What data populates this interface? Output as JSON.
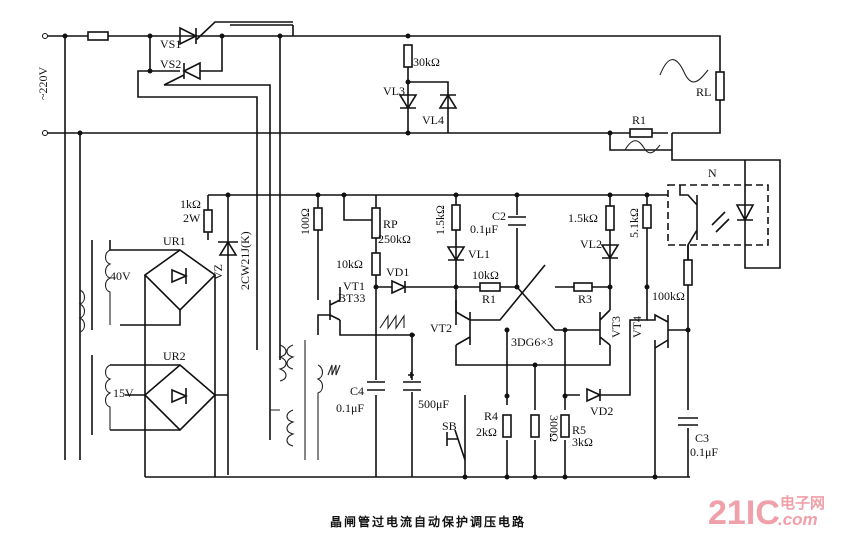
{
  "title": "晶闸管过电流自动保护调压电路",
  "watermark": {
    "brand": "21IC",
    "cn": "电子网",
    "domain": ".com",
    "color": "#f0a0a8"
  },
  "labels": {
    "mains": "~220V",
    "vs1": "VS1",
    "vs2": "VS2",
    "r30k": "30kΩ",
    "vl3": "VL3",
    "vl4": "VL4",
    "rl": "RL",
    "r1_load": "R1",
    "n": "N",
    "r1k": "1kΩ",
    "r1k_w": "2W",
    "ur1": "UR1",
    "v40": "40V",
    "vz": "VZ",
    "vz_type": "2CW21J(K)",
    "r100": "100Ω",
    "rp": "RP",
    "rp_val": "250kΩ",
    "r10k_a": "10kΩ",
    "vd1": "VD1",
    "vt1": "VT1",
    "bt33": "BT33",
    "ur2": "UR2",
    "v15": "15V",
    "c4": "C4",
    "c4_val": "0.1μF",
    "c500": "500μF",
    "r15k_a": "1.5kΩ",
    "vl1": "VL1",
    "c2": "C2",
    "c2_val": "0.1μF",
    "r10k_b": "10kΩ",
    "r1": "R1",
    "r3": "R3",
    "r15k_b": "1.5kΩ",
    "vl2": "VL2",
    "r51k": "5.1kΩ",
    "r100k": "100kΩ",
    "vt2": "VT2",
    "vt3": "VT3",
    "vt4": "VT4",
    "q_type": "3DG6×3",
    "sb": "SB",
    "r4": "R4",
    "r4_val": "2kΩ",
    "r300": "300Ω",
    "r5": "R5",
    "r5_val": "3kΩ",
    "vd2": "VD2",
    "c3": "C3",
    "c3_val": "0.1μF"
  }
}
